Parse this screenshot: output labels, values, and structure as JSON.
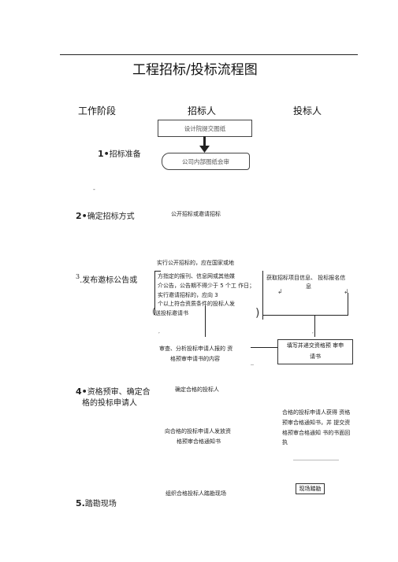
{
  "title": "工程招标/投标流程图",
  "columns": {
    "stage": "工作阶段",
    "tenderer": "招标人",
    "bidder": "投标人"
  },
  "stages": [
    {
      "num": "1•",
      "label": "招标准备"
    },
    {
      "num": "2•",
      "label": "确定招标方式"
    },
    {
      "num": "3",
      "label": ".发布邀标公告或"
    },
    {
      "num": "4•",
      "label": "资格预审、确定合",
      "label2": "格的投标申请人"
    },
    {
      "num": "5.",
      "label": "踏勘现场"
    }
  ],
  "nodes": {
    "design_drawings": "设计院提交图纸",
    "internal_review": "公司内部图纸会审",
    "open_or_invite": "公开招标或邀请招标",
    "announce": [
      "实行公开招标的，应在国家或地",
      "方指定的报刊、信息网或其他媒",
      "介公告，公告期不得少于  5 个工  作日；",
      "实行邀请招标的，应向 3",
      "个以上符合资质条件的投标人发",
      "送投标邀请书"
    ],
    "get_info": [
      "获取招标项目信息、  投标报名信",
      "息"
    ],
    "review_apps": [
      "审查、分析投标申请人报的  资",
      "格预审申请书的内容"
    ],
    "fill_apps": [
      "填写并递交资格预  审申",
      "请书"
    ],
    "confirm_qualified": "确定合格的投标人",
    "send_notice": [
      "向合格的投标申请人发放资",
      "格预审合格通知书"
    ],
    "bidder_receive": [
      "合格的投标申请人获得  资格",
      "预审合格通知书，并  提交资",
      "格预审合格通知  书的书面回",
      "执"
    ],
    "organize_visit": "组织合格投标人踏勘现场",
    "site_visit": "现场踏勘"
  }
}
